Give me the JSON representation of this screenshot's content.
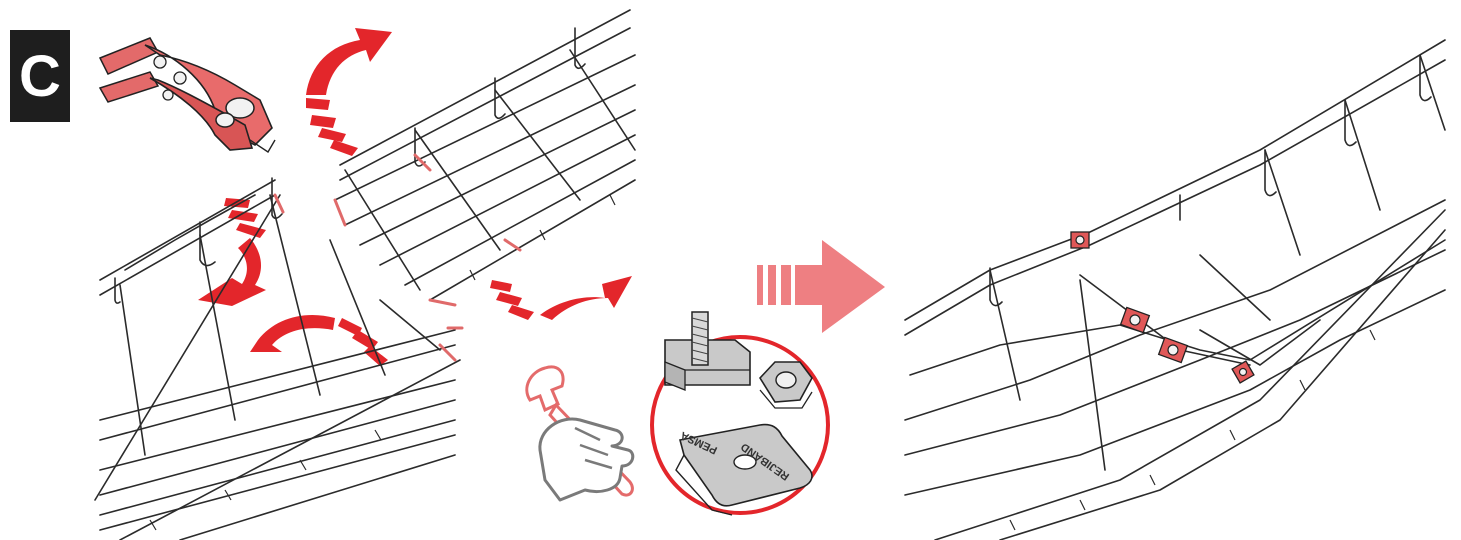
{
  "step": {
    "letter": "C"
  },
  "plate": {
    "brand": "PEMSA",
    "product": "REJIBAND"
  },
  "colors": {
    "accent_red": "#e3262b",
    "light_red": "#ef7a7a",
    "wire": "#2b2b2b",
    "badge_bg": "#1e1e1e",
    "metal": "#c9c9c9"
  },
  "icons": [
    "bolt-cutter-icon",
    "curved-arrow-icon",
    "wrench-hand-icon",
    "bolt-icon",
    "nut-icon",
    "plate-icon",
    "right-arrow-icon"
  ]
}
